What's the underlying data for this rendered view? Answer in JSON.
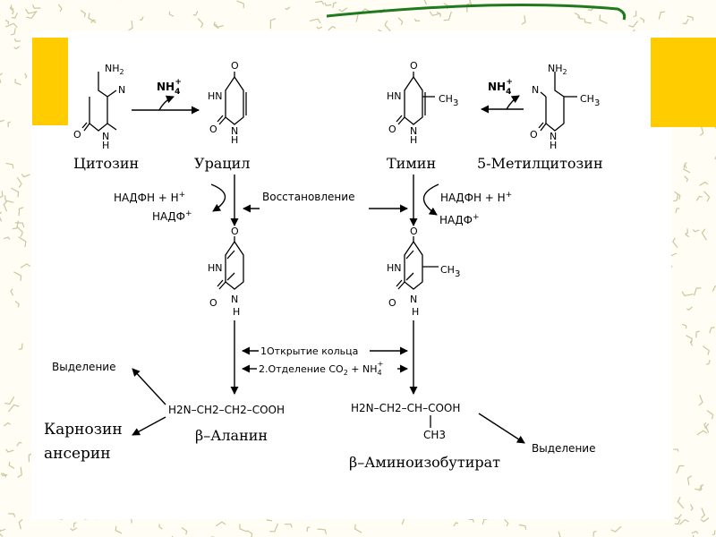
{
  "compounds": {
    "cytosine": "Цитозин",
    "uracil": "Урацил",
    "thymine": "Тимин",
    "methylcytosine": "5-Метилцитозин",
    "beta_alanine": "β–Аланин",
    "beta_aminoisobutyrate": "β–Аминоизобутират",
    "carnosine": "Карнозин",
    "anserine": "ансерин"
  },
  "reagents": {
    "nh4": "NH",
    "nh4_sub": "4",
    "nh4_sup": "+",
    "nadph_left": "НАДФН + Н",
    "nadp_left": "НАДФ",
    "nadph_right": "НАДФН + Н",
    "nadp_right": "НАДФ",
    "plus": "+"
  },
  "labels": {
    "reduction": "Восстановление",
    "step1": "1Открытие кольца",
    "step2": "2.Отделение CO",
    "step2_co2_sub": "2",
    "step2_plus": " + NH",
    "step2_nh4_sub": "4",
    "step2_nh4_sup": "+",
    "excretion_left": "Выделение",
    "excretion_right": "Выделение"
  },
  "formulas": {
    "beta_alanine": "H2N–CH2–CH2–COOH",
    "beta_aminoisobutyrate": "H2N–CH2–CH–COOH",
    "beta_aminoisobutyrate_methyl": "CH3"
  },
  "atoms": {
    "nh2": "NH",
    "nh2_sub": "2",
    "o": "O",
    "hn": "HN",
    "n": "N",
    "h": "H",
    "ch3": "CH",
    "ch3_sub": "3"
  },
  "colors": {
    "accent_yellow": "#ffcc00",
    "green_line": "#1f7a1f",
    "pattern": "#c8c8a0"
  }
}
